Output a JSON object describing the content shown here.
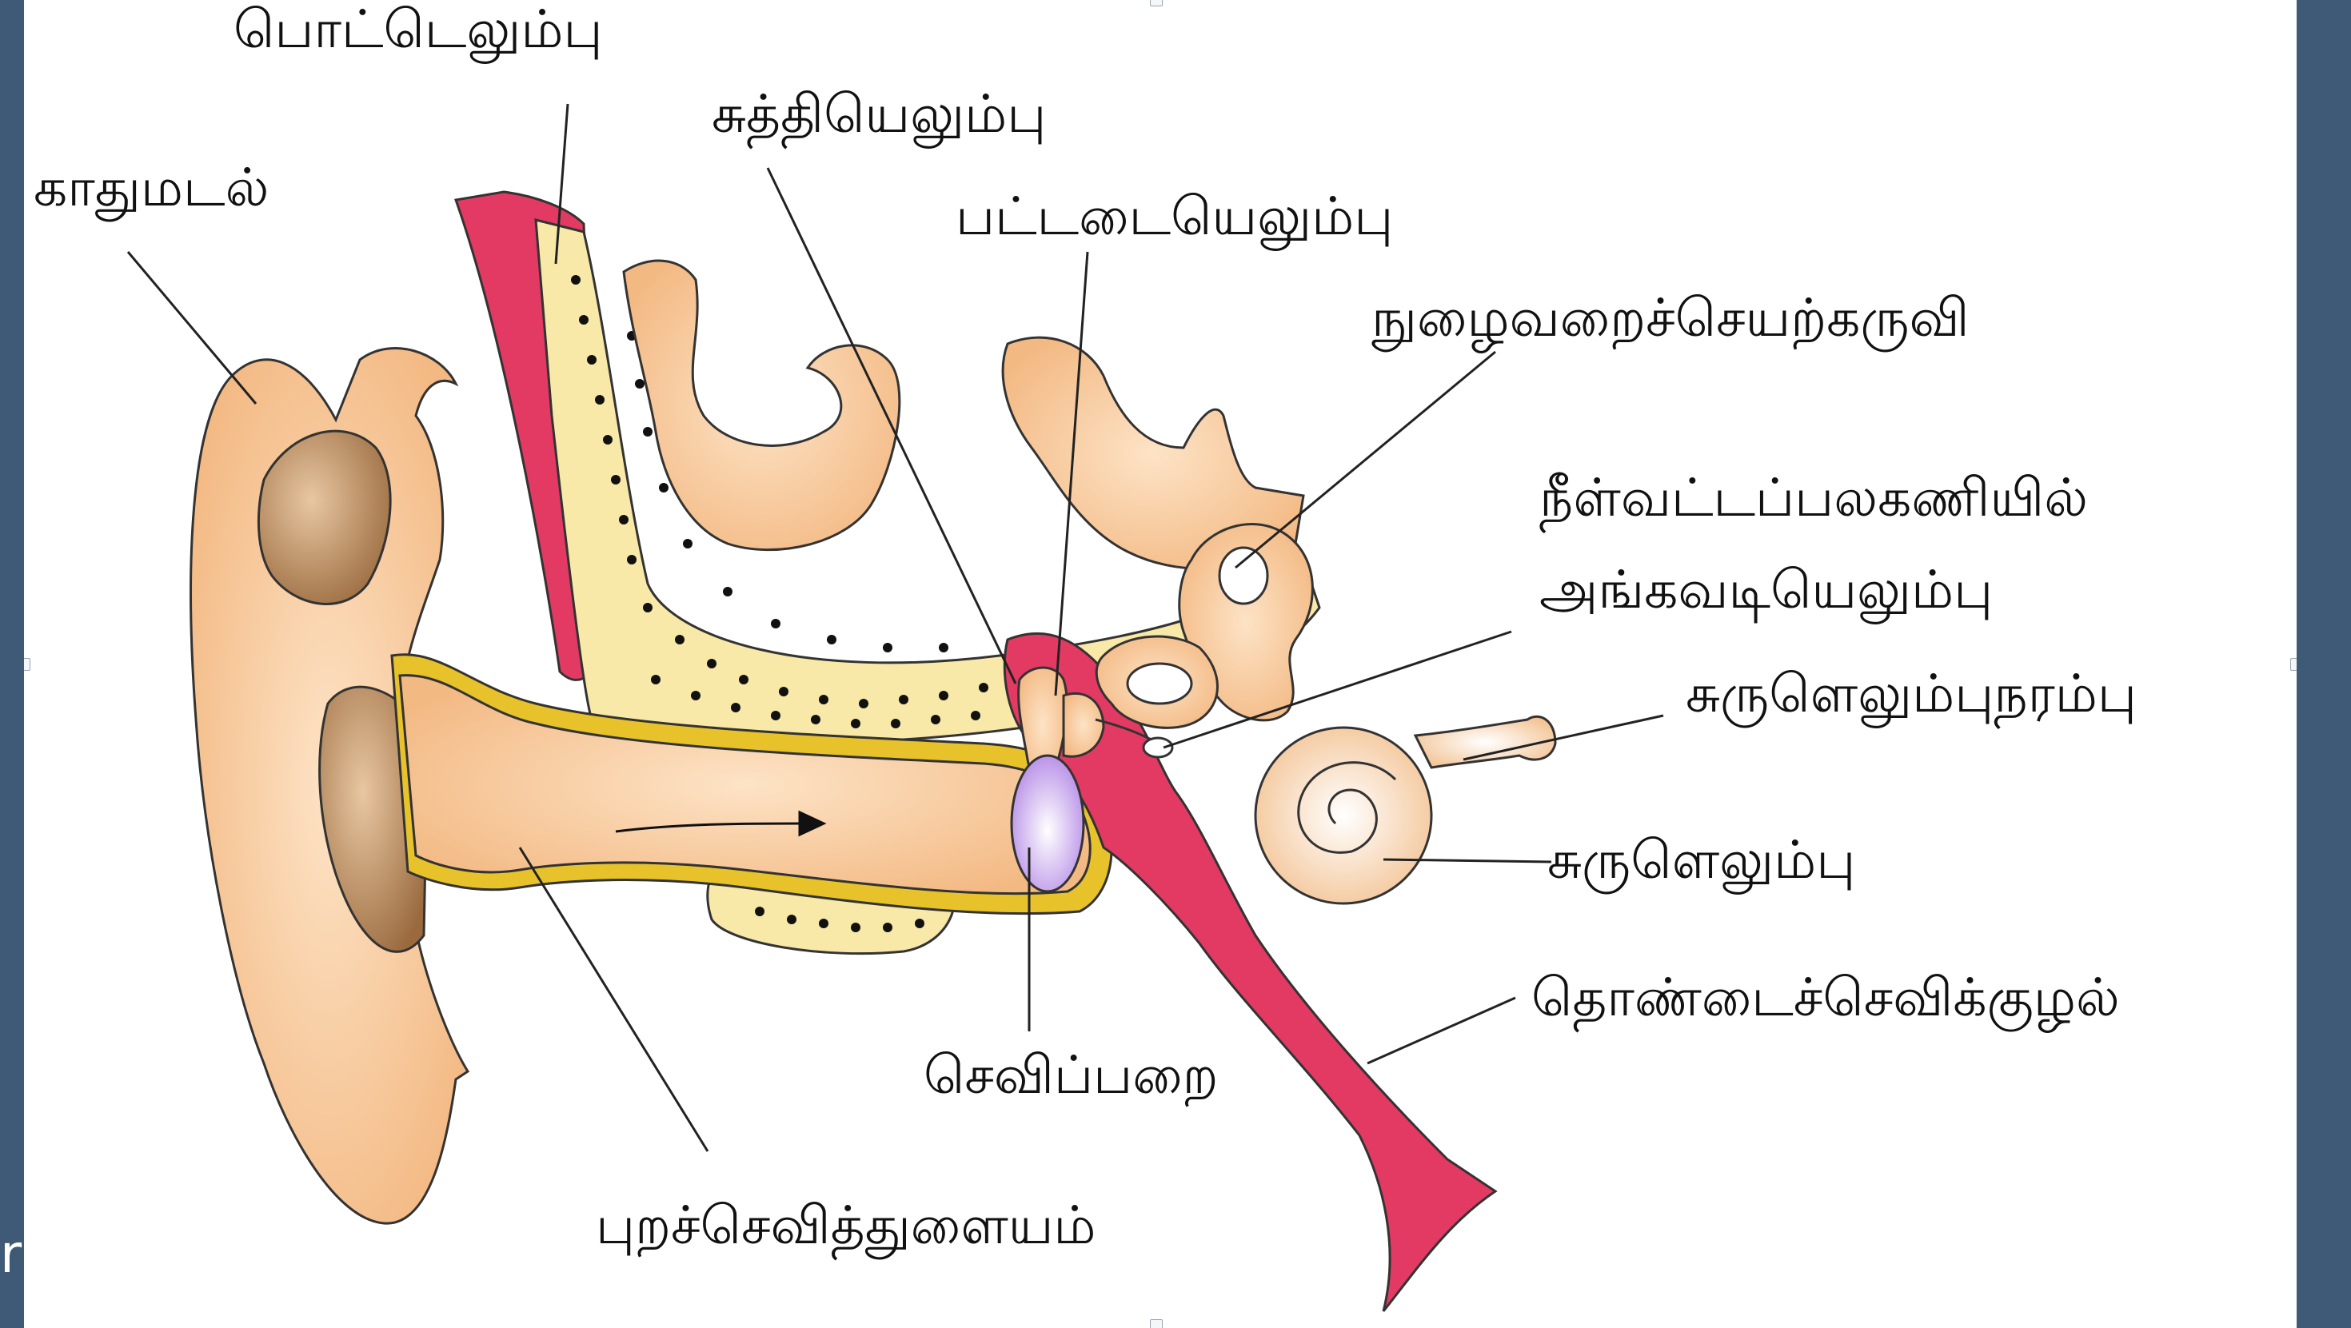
{
  "labels": {
    "pinna": "காதுமடல்",
    "temporal_bone": "பொட்டெலும்பு",
    "malleus": "சுத்தியெலும்பு",
    "incus": "பட்டடையெலும்பு",
    "semicircular_canals": "நுழைவறைச்செயற்கருவி",
    "oval_window_line1": "நீள்வட்டப்பலகணியில்",
    "oval_window_line2": "அங்கவடியெலும்பு",
    "cochlear_nerve": "சுருளெலும்புநரம்பு",
    "cochlea": "சுருளெலும்பு",
    "eustachian_tube": "தொண்டைச்செவிக்குழல்",
    "eardrum": "செவிப்பறை",
    "ear_canal": "புறச்செவித்துளையம்"
  },
  "stray_text": "r",
  "colors": {
    "background": "#3f5a76",
    "skin": "#f7c99a",
    "skin_dark": "#a9784c",
    "bone": "#f8e9a8",
    "bone_outline": "#e0c020",
    "red_tissue": "#e23a62",
    "eardrum": "#c9a3ef"
  }
}
